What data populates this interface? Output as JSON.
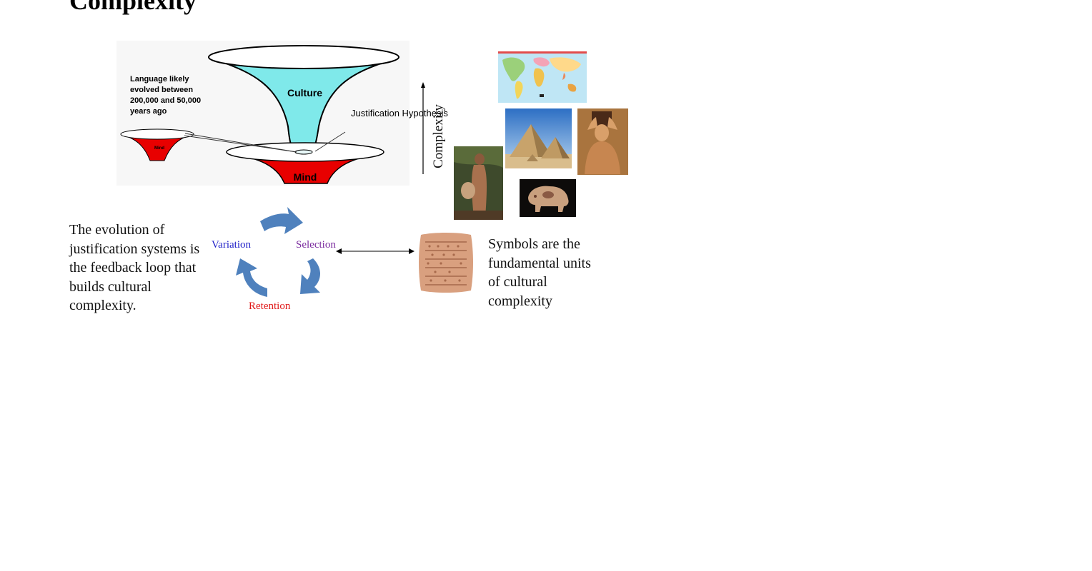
{
  "slide": {
    "title": "Complexity"
  },
  "funnel": {
    "language_note": "Language likely evolved between 200,000 and 50,000 years ago",
    "culture_label": "Culture",
    "justification_label": "Justification Hypothesis",
    "mind_small_label": "Mind",
    "mind_big_label": "Mind",
    "colors": {
      "culture": "#7fe9ea",
      "mind": "#e80000"
    }
  },
  "axis": {
    "label": "Complexity"
  },
  "images": [
    {
      "name": "world-map-photo"
    },
    {
      "name": "pyramids-photo"
    },
    {
      "name": "statue-photo"
    },
    {
      "name": "forager-photo"
    },
    {
      "name": "mammoth-carving-photo"
    },
    {
      "name": "clay-tablet-photo"
    }
  ],
  "feedback": {
    "text": "The evolution of justification systems is the feedback loop that builds cultural complexity.",
    "variation": "Variation",
    "selection": "Selection",
    "retention": "Retention",
    "colors": {
      "variation": "#1f1fc8",
      "selection": "#7a2a9e",
      "retention": "#e01818",
      "arrows": "#4f81bd"
    }
  },
  "symbols": {
    "text": "Symbols are the fundamental units of cultural complexity"
  }
}
